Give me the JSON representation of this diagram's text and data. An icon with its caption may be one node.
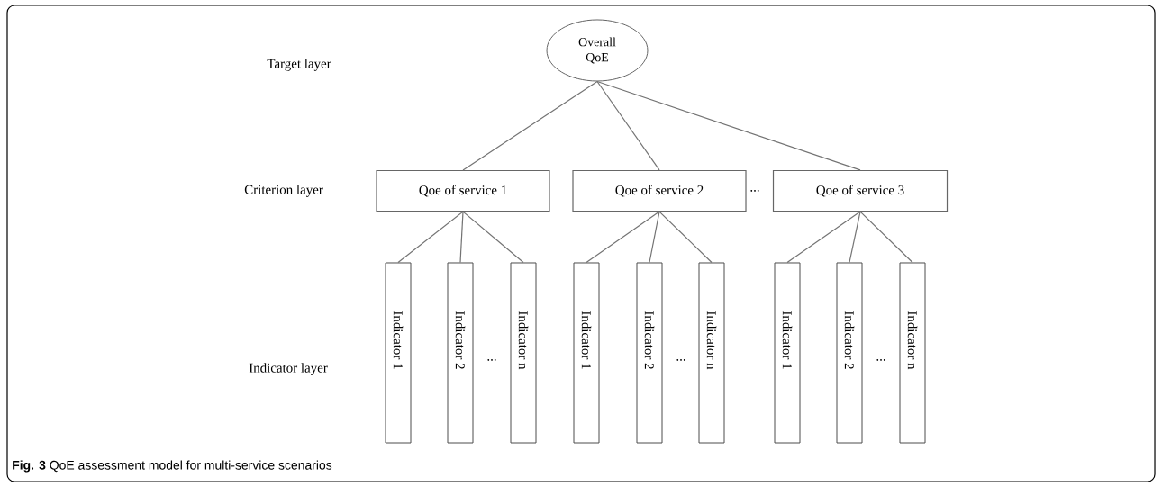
{
  "diagram": {
    "caption": "**Fig. 3** QoE assessment model for multi-service scenarios",
    "nodes": [
      {
        "text": [
          "Overall QoE"
        ]
      },
      {
        "text": [
          "Qoe of service 1"
        ]
      },
      {
        "text": [
          "Qoe of service 2"
        ]
      },
      {
        "text": [
          "Qoe of service 3"
        ]
      },
      {
        "text": [
          "Indicator 1"
        ]
      },
      {
        "text": [
          "Indicator 2"
        ]
      },
      {
        "text": [
          "Indicator n"
        ]
      },
      {
        "text": [
          "Indicator 1"
        ]
      },
      {
        "text": [
          "Indicator 2"
        ]
      },
      {
        "text": [
          "Indicator n"
        ]
      },
      {
        "text": [
          "Indicator 1"
        ]
      },
      {
        "text": [
          "Indicator 2"
        ]
      },
      {
        "text": [
          "Indicator n"
        ]
      }
    ],
    "edges": [
      {
        "from": 0,
        "to": 1,
        "arrow": "none"
      },
      {
        "from": 0,
        "to": 2,
        "arrow": "none"
      },
      {
        "from": 0,
        "to": 3,
        "arrow": "none"
      },
      {
        "from": 1,
        "to": 4,
        "arrow": "none"
      },
      {
        "from": 1,
        "to": 5,
        "arrow": "none"
      },
      {
        "from": 1,
        "to": 6,
        "arrow": "none"
      },
      {
        "from": 2,
        "to": 7,
        "arrow": "none"
      },
      {
        "from": 2,
        "to": 8,
        "arrow": "none"
      },
      {
        "from": 2,
        "to": 9,
        "arrow": "none"
      },
      {
        "from": 3,
        "to": 10,
        "arrow": "none"
      },
      {
        "from": 3,
        "to": 11,
        "arrow": "none"
      },
      {
        "from": 3,
        "to": 12,
        "arrow": "none"
      }
    ],
    "labels": [
      "Target layer",
      "Criterion layer",
      "...",
      "Indicator layer",
      "...",
      "...",
      "..."
    ]
  }
}
